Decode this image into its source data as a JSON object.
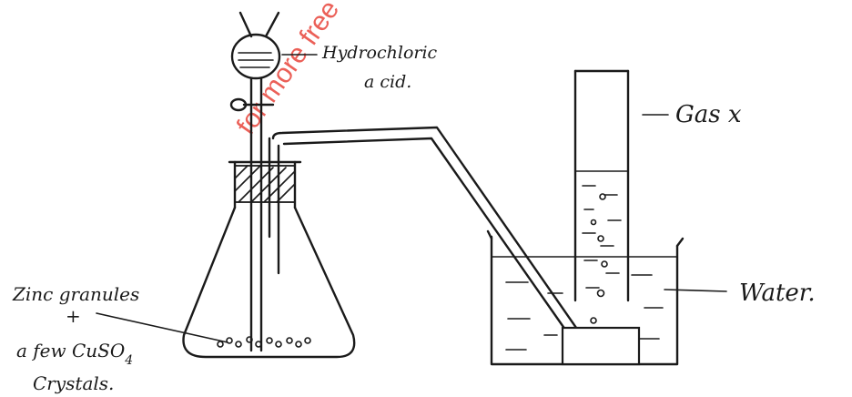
{
  "watermark": {
    "text": "for more free",
    "color": "#e8453c"
  },
  "labels": {
    "acid_line1": "Hydrochloric",
    "acid_line2": "a cid.",
    "gas": "Gas x",
    "water": "Water.",
    "zinc_line1": "Zinc granules",
    "zinc_plus": "+",
    "zinc_line2": "a few CuSO",
    "zinc_sub": "4",
    "zinc_line3": "Crystals."
  },
  "colors": {
    "ink": "#1a1a1a"
  }
}
